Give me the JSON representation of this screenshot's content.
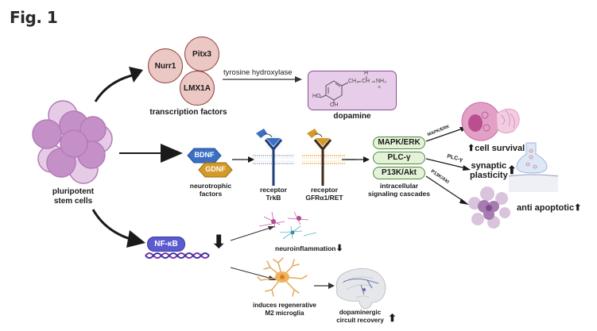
{
  "figure": {
    "title": "Fig. 1"
  },
  "source": {
    "label_line1": "pluripotent",
    "label_line2": "stem cells"
  },
  "transcription": {
    "factors": [
      "Nurr1",
      "Pitx3",
      "LMX1A"
    ],
    "label": "transcription factors",
    "enzyme_label": "tyrosine hydroxylase",
    "product_label": "dopamine",
    "structure": {
      "ho": "HO",
      "oh": "OH",
      "ch2": "CH₂",
      "ch": "CH",
      "h": "H",
      "nh3": "NH₃",
      "plus": "+"
    }
  },
  "neurotrophic": {
    "factors": [
      "BDNF",
      "GDNF"
    ],
    "label_line1": "neurotrophic",
    "label_line2": "factors",
    "receptors": [
      {
        "line1": "receptor",
        "line2": "TrkB"
      },
      {
        "line1": "receptor",
        "line2": "GFRα1/RET"
      }
    ],
    "cascades": [
      "MAPK/ERK",
      "PLC-γ",
      "P13K/Akt"
    ],
    "cascade_label_line1": "intracellular",
    "cascade_label_line2": "signaling cascades",
    "pathway_labels": [
      "MAPK/ERK",
      "PLC-γ",
      "P13K/Akt"
    ],
    "outcomes": [
      {
        "text": "cell survival",
        "direction": "up"
      },
      {
        "line1": "synaptic",
        "line2": "plasticity",
        "direction": "up"
      },
      {
        "text": "anti apoptotic",
        "direction": "up"
      }
    ]
  },
  "inflammation": {
    "factor": "NF-κB",
    "factor_direction": "down",
    "neuroinflammation": {
      "text": "neuroinflammation",
      "direction": "down"
    },
    "microglia": {
      "line1": "induces regenerative",
      "line2": "M2 microglia"
    },
    "recovery": {
      "line1": "dopaminergic",
      "line2": "circuit recovery",
      "direction": "up"
    }
  },
  "colors": {
    "stem_cell": "#c58fc8",
    "tf_fill": "#ebc8c3",
    "tf_border": "#8a3a3a",
    "dopamine_fill": "#e8cdea",
    "bdnf": "#3b6fc4",
    "gdnf": "#d39a2a",
    "cascade_border": "#4d8a3c",
    "cascade_fill": "#e4f3d8",
    "nfkb": "#5b5bd1",
    "dna": "#7a2fa8"
  },
  "glyphs": {
    "up": "⬆",
    "down": "⬇"
  }
}
